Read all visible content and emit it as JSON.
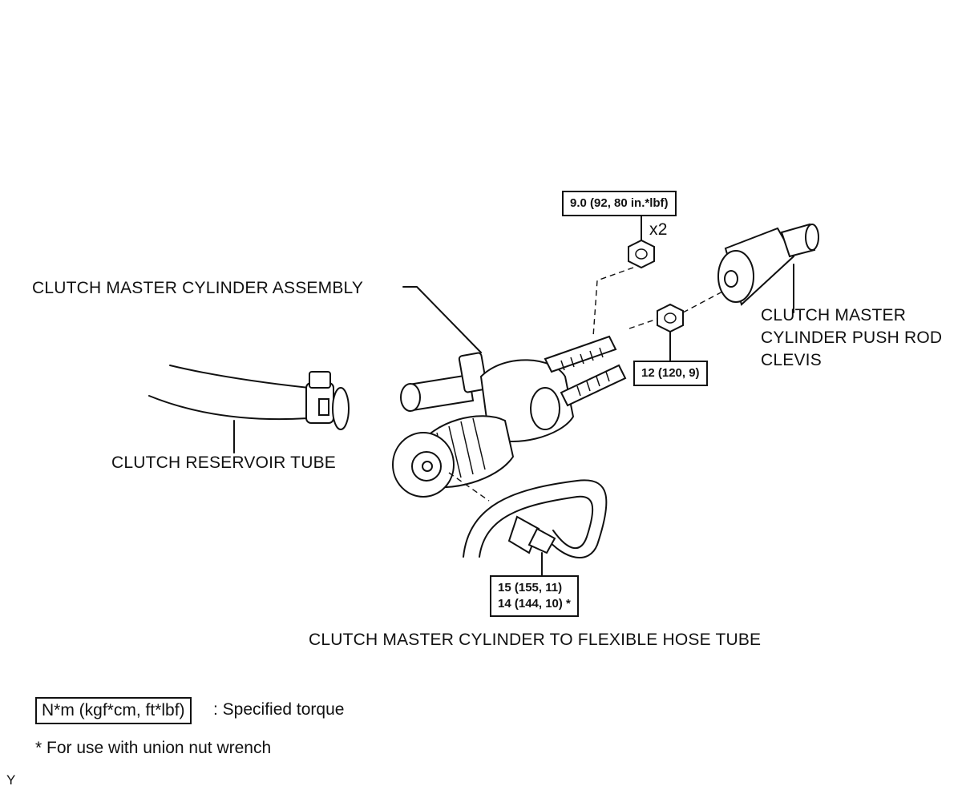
{
  "labels": {
    "assembly": "CLUTCH MASTER CYLINDER ASSEMBLY",
    "reservoir_tube": "CLUTCH RESERVOIR TUBE",
    "clevis": "CLUTCH MASTER CYLINDER PUSH ROD CLEVIS",
    "flex_tube": "CLUTCH MASTER CYLINDER TO FLEXIBLE HOSE TUBE",
    "quantity": "x2"
  },
  "torque_specs": {
    "nut_top": "9.0 (92, 80 in.*lbf)",
    "nut_clevis": "12 (120, 9)",
    "union_nut_line1": "15 (155, 11)",
    "union_nut_line2": "14 (144, 10) *"
  },
  "legend": {
    "box": "N*m (kgf*cm, ft*lbf)",
    "text": ": Specified torque",
    "note": "* For use with union nut wrench"
  },
  "figure_code": "Y"
}
